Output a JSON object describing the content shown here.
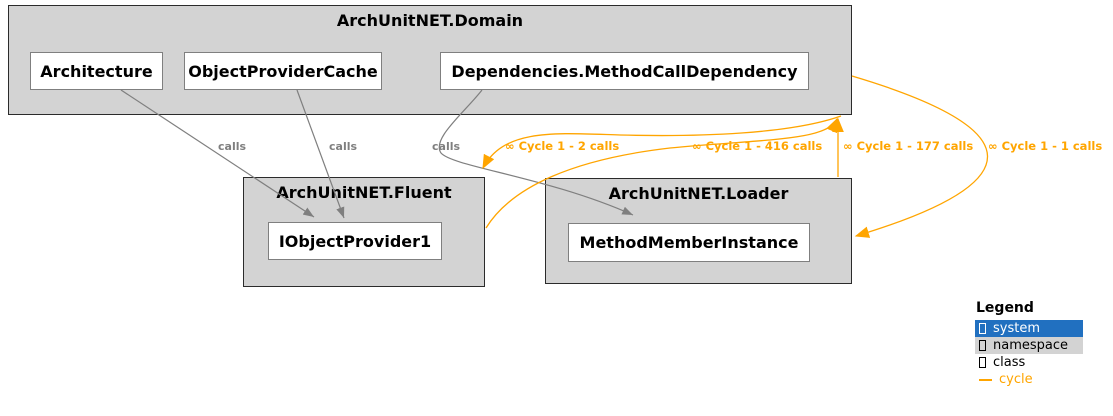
{
  "colors": {
    "cycle_orange": "#FFA500",
    "edge_gray": "#7f7f7f",
    "namespace_fill": "#D3D3D3",
    "system_blue": "#2170C0",
    "class_fill": "#FFFFFF"
  },
  "clusters": {
    "domain": {
      "title": "ArchUnitNET.Domain",
      "classes": [
        "Architecture",
        "ObjectProviderCache",
        "Dependencies.MethodCallDependency"
      ]
    },
    "fluent": {
      "title": "ArchUnitNET.Fluent",
      "classes": [
        "IObjectProvider1"
      ]
    },
    "loader": {
      "title": "ArchUnitNET.Loader",
      "classes": [
        "MethodMemberInstance"
      ]
    }
  },
  "edges": {
    "calls_label": "calls",
    "cycle_labels": [
      "∞ Cycle 1 - 2 calls",
      "∞ Cycle 1 - 416 calls",
      "∞ Cycle 1 - 177 calls",
      "∞ Cycle 1 - 1 calls"
    ]
  },
  "legend": {
    "title": "Legend",
    "items": [
      {
        "label": "system",
        "icon": "missing-glyph-box",
        "color": "#2170C0"
      },
      {
        "label": "namespace",
        "icon": "missing-glyph-box",
        "color": "#D3D3D3"
      },
      {
        "label": "class",
        "icon": "missing-glyph-box",
        "color": "#FFFFFF"
      },
      {
        "label": "cycle",
        "icon": "orange-dash",
        "color": "#FFA500"
      }
    ]
  }
}
